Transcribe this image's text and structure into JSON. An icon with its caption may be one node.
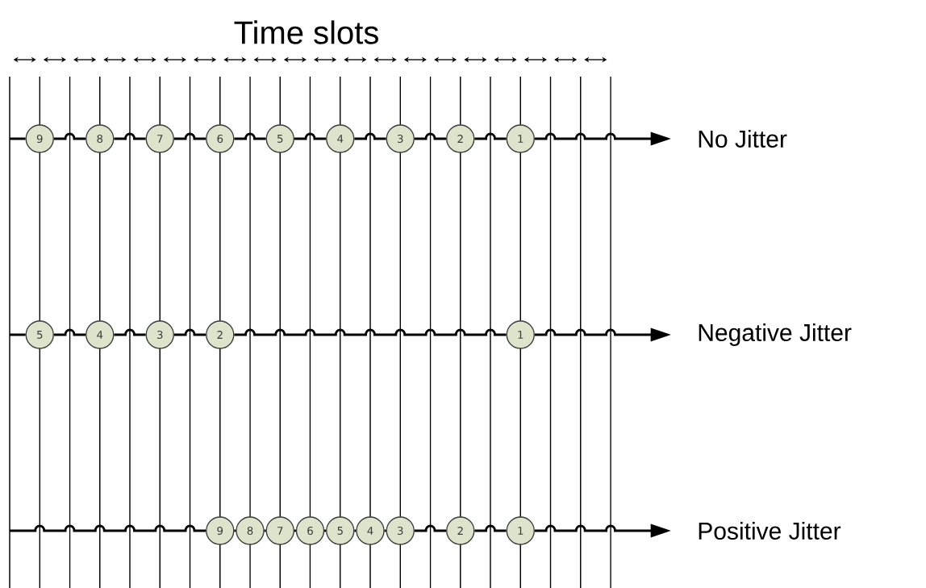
{
  "diagram": {
    "title": "Time slots",
    "nodes": [
      {
        "text": [
          "9"
        ]
      },
      {
        "text": [
          "8"
        ]
      },
      {
        "text": [
          "7"
        ]
      },
      {
        "text": [
          "6"
        ]
      },
      {
        "text": [
          "5"
        ]
      },
      {
        "text": [
          "4"
        ]
      },
      {
        "text": [
          "3"
        ]
      },
      {
        "text": [
          "2"
        ]
      },
      {
        "text": [
          "1"
        ]
      },
      {
        "text": [
          "No Jitter"
        ]
      },
      {
        "text": [
          "5"
        ]
      },
      {
        "text": [
          "4"
        ]
      },
      {
        "text": [
          "3"
        ]
      },
      {
        "text": [
          "2"
        ]
      },
      {
        "text": [
          "1"
        ]
      },
      {
        "text": [
          "Negative Jitter"
        ]
      },
      {
        "text": [
          "9"
        ]
      },
      {
        "text": [
          "8"
        ]
      },
      {
        "text": [
          "7"
        ]
      },
      {
        "text": [
          "6"
        ]
      },
      {
        "text": [
          "5"
        ]
      },
      {
        "text": [
          "4"
        ]
      },
      {
        "text": [
          "3"
        ]
      },
      {
        "text": [
          "2"
        ]
      },
      {
        "text": [
          "1"
        ]
      },
      {
        "text": [
          "Positive Jitter"
        ]
      }
    ],
    "edges": [
      {
        "from": null,
        "to": 9,
        "arrow": "to"
      },
      {
        "from": null,
        "to": 15,
        "arrow": "to"
      },
      {
        "from": null,
        "to": 25,
        "arrow": "to"
      }
    ]
  }
}
